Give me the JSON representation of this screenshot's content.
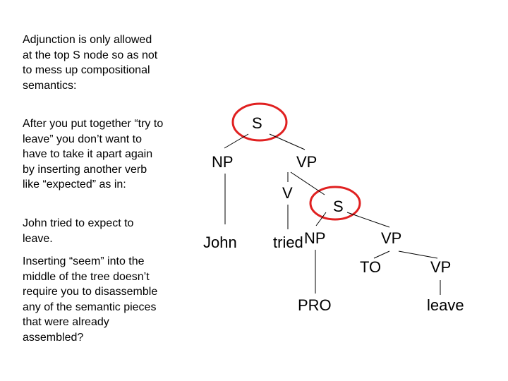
{
  "text": {
    "p1": "Adjunction is only allowed at the top S node so as not to mess up compositional semantics:",
    "p2": "After you put together “try to leave” you don’t want to have to take it apart again by inserting another verb like “expected” as in:",
    "p3": "John tried to expect to leave.",
    "p4": "Inserting “seem” into the middle of the tree doesn’t require you to disassemble any of the semantic pieces that were already assembled?"
  },
  "tree": {
    "s_top": "S",
    "np_subj": "NP",
    "vp_main": "VP",
    "v": "V",
    "s_emb": "S",
    "john": "John",
    "tried": "tried",
    "np_emb": "NP",
    "vp_emb": "VP",
    "to": "TO",
    "vp_inner": "VP",
    "pro": "PRO",
    "leave": "leave"
  },
  "colors": {
    "highlight_circle": "#e02020"
  }
}
